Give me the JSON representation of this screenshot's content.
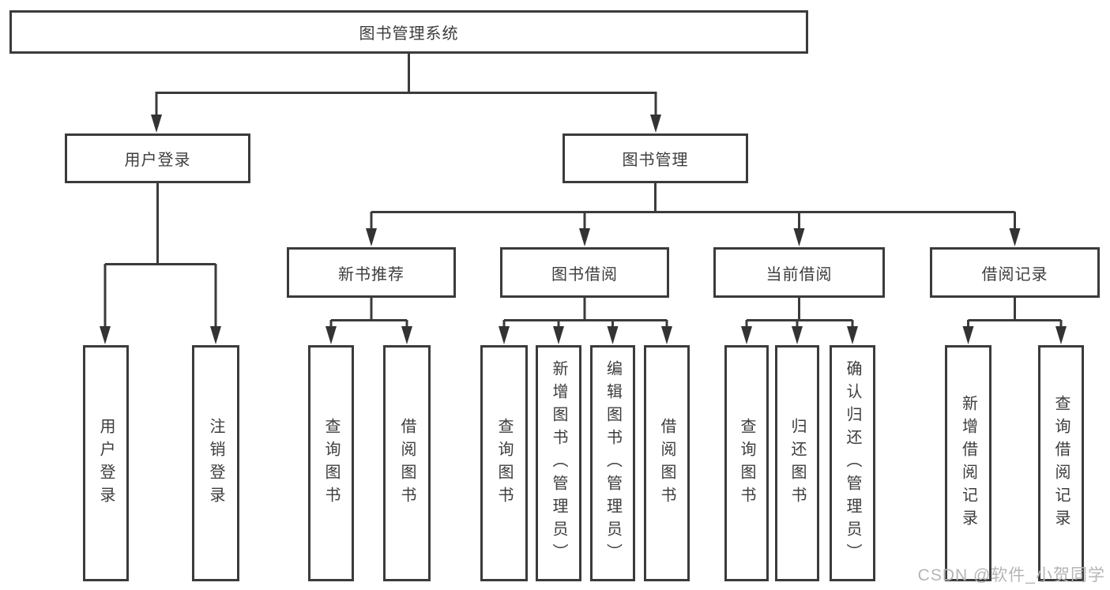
{
  "title": "图书管理系统",
  "colors": {
    "line": "#3b3b3b",
    "text": "#3d3d3d",
    "box_background": "#ffffff",
    "watermark": "#b5b5b5"
  },
  "nodes": {
    "root": {
      "label": "图书管理系统"
    },
    "branches": [
      {
        "label": "用户登录"
      },
      {
        "label": "图书管理"
      }
    ],
    "modules": [
      {
        "label": "新书推荐"
      },
      {
        "label": "图书借阅"
      },
      {
        "label": "当前借阅"
      },
      {
        "label": "借阅记录"
      }
    ],
    "leaves": [
      {
        "label": "用户登录"
      },
      {
        "label": "注销登录"
      },
      {
        "label": "查询图书"
      },
      {
        "label": "借阅图书"
      },
      {
        "label": "查询图书"
      },
      {
        "label": "新增图书（管理员）"
      },
      {
        "label": "编辑图书（管理员）"
      },
      {
        "label": "借阅图书"
      },
      {
        "label": "查询图书"
      },
      {
        "label": "归还图书"
      },
      {
        "label": "确认归还（管理员）"
      },
      {
        "label": "新增借阅记录"
      },
      {
        "label": "查询借阅记录"
      }
    ]
  },
  "watermark": "CSDN @软件_小贺同学"
}
